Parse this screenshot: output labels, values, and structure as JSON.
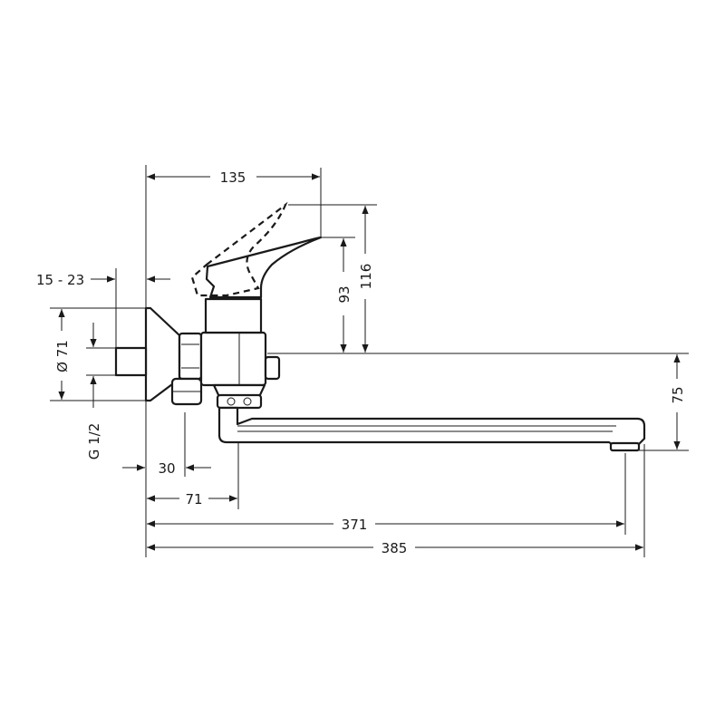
{
  "drawing": {
    "dimensions": {
      "handle_reach": "135",
      "handle_height_closed": "93",
      "handle_height_open": "116",
      "spout_height": "75",
      "wall_offset": "15 - 23",
      "rosette_diameter": "Ø 71",
      "thread": "G 1/2",
      "connection_offset": "30",
      "outlet_offset": "71",
      "spout_reach": "371",
      "overall_length": "385"
    }
  }
}
